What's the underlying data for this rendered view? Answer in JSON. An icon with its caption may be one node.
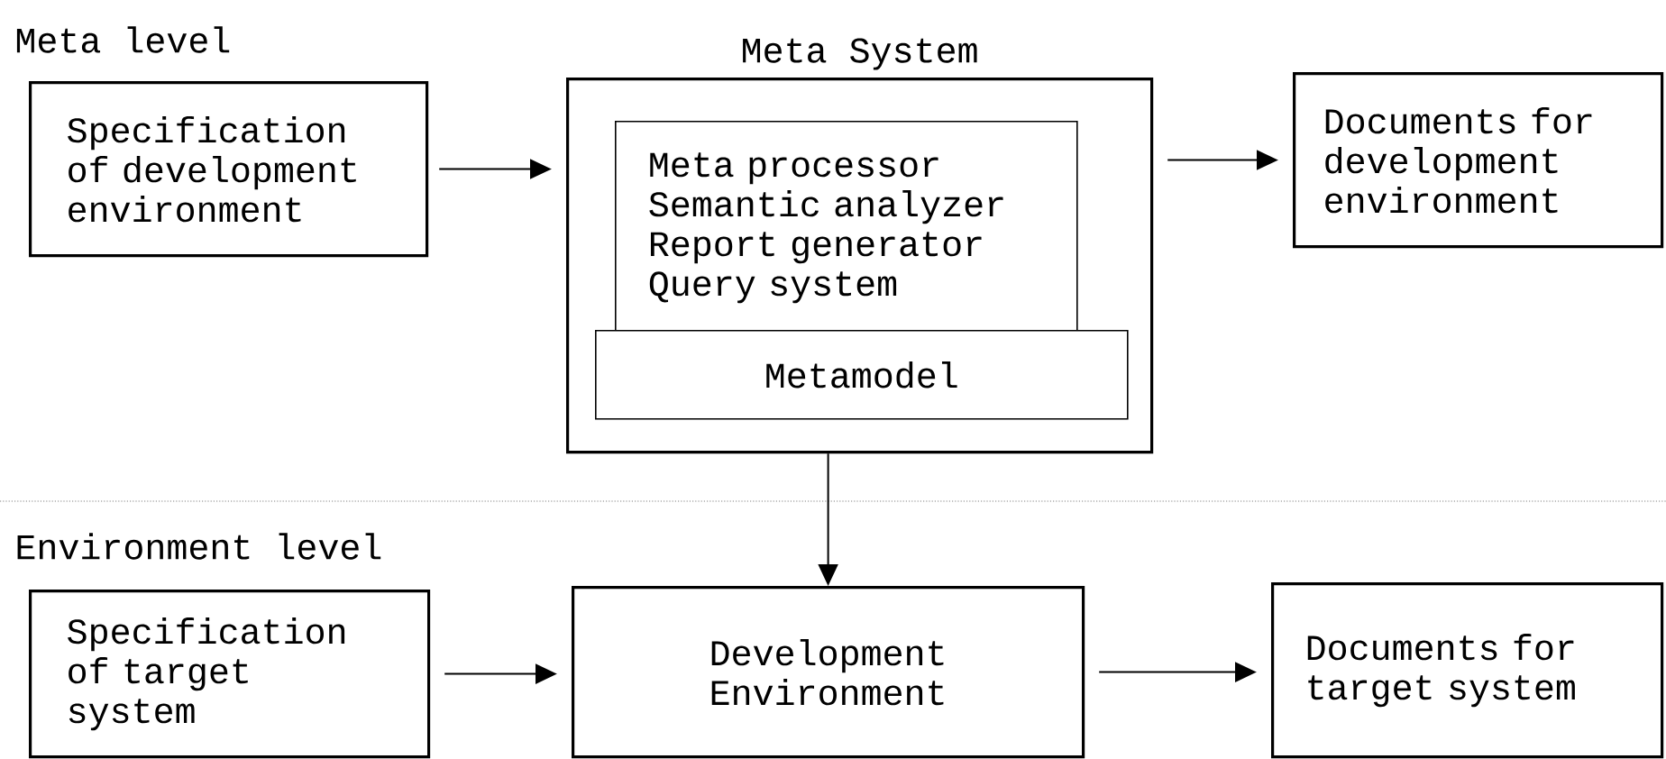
{
  "diagram": {
    "nodes": [
      {
        "text": [
          "Specification of development environment"
        ]
      },
      {
        "text": [
          "Meta System"
        ]
      },
      {
        "text": [
          "Meta processor",
          "Semantic analyzer",
          "Report generator",
          "Query system"
        ],
        "in": 1
      },
      {
        "text": [
          "Metamodel"
        ],
        "in": 1
      },
      {
        "text": [
          "Documents for development environment"
        ]
      },
      {
        "text": [
          "Specification of target system"
        ]
      },
      {
        "text": [
          "Development Environment"
        ]
      },
      {
        "text": [
          "Documents for target system"
        ]
      }
    ],
    "edges": [
      {
        "from": 0,
        "to": 1,
        "arrow": "to"
      },
      {
        "from": 1,
        "to": 4,
        "arrow": "to"
      },
      {
        "from": 1,
        "to": 6,
        "arrow": "to"
      },
      {
        "from": 5,
        "to": 6,
        "arrow": "to"
      },
      {
        "from": 6,
        "to": 7,
        "arrow": "to"
      }
    ],
    "labels": [
      "Meta level",
      "Environment level"
    ]
  }
}
